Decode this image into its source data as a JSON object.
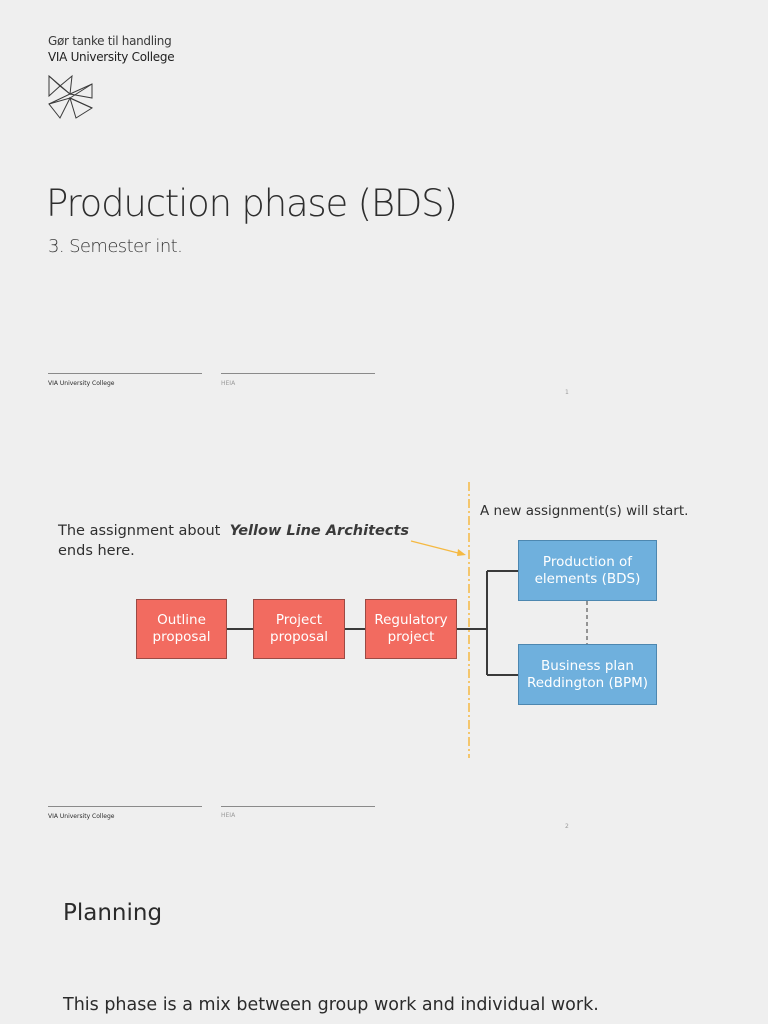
{
  "slide1": {
    "tagline": "Gør tanke til handling",
    "brand": "VIA University College",
    "title": "Production phase (BDS)",
    "subtitle": "3. Semester int.",
    "footer": {
      "left": "VIA University College",
      "right": "HEIA",
      "page": "1"
    }
  },
  "slide2": {
    "assignment_prefix": "The assignment about",
    "assignment_name": "Yellow Line Architects",
    "assignment_suffix": "ends here.",
    "new_assignment": "A new assignment(s) will start.",
    "boxes": {
      "outline": "Outline proposal",
      "project": "Project proposal",
      "regulatory": "Regulatory project",
      "production": "Production of elements (BDS)",
      "business": "Business plan Reddington (BPM)"
    },
    "colors": {
      "red_box": "#f26b60",
      "blue_box": "#6fb0dd",
      "divider": "#f5b942"
    },
    "footer": {
      "left": "VIA University College",
      "right": "HEIA",
      "page": "2"
    }
  },
  "slide3": {
    "heading": "Planning",
    "body": "This phase is a mix between group work and individual work."
  }
}
